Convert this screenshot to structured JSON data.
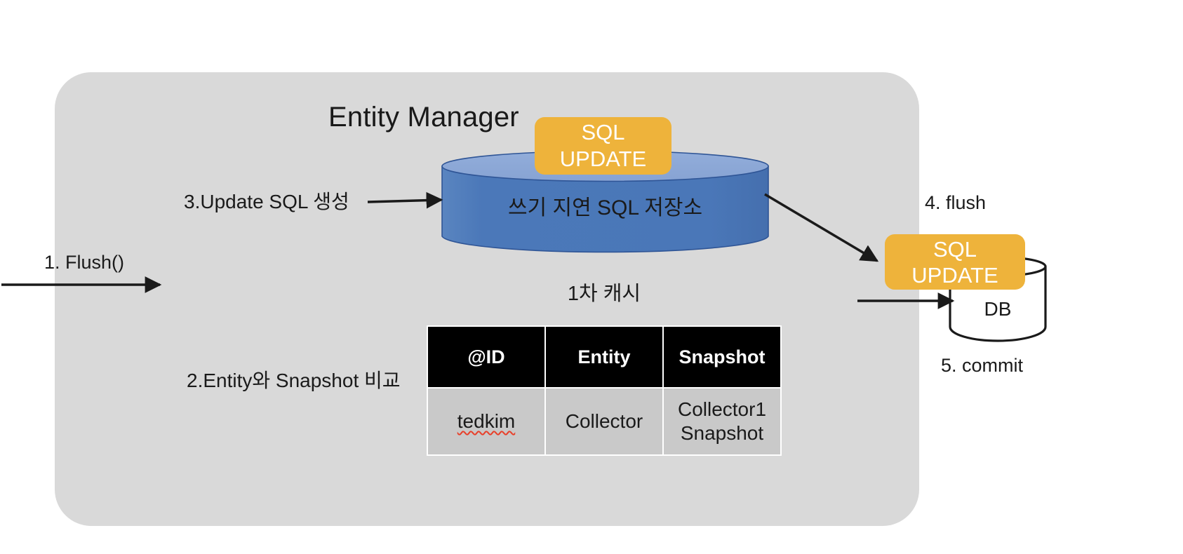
{
  "diagram": {
    "title": "Entity Manager",
    "panel_color": "#d9d9d9",
    "accent_yellow": "#eeb33b",
    "accent_blue": "#4a7ebb",
    "accent_blue_top": "#8faad5"
  },
  "write_behind_store": {
    "label": "쓰기 지연 SQL 저장소",
    "chip_line1": "SQL",
    "chip_line2": "UPDATE"
  },
  "first_level_cache": {
    "label": "1차 캐시",
    "columns": [
      "@ID",
      "Entity",
      "Snapshot"
    ],
    "rows": [
      {
        "id": "tedkim",
        "entity": "Collector",
        "snapshot_line1": "Collector1",
        "snapshot_line2": "Snapshot"
      }
    ]
  },
  "steps": {
    "step1": "1. Flush()",
    "step2": "2.Entity와 Snapshot 비교",
    "step3": "3.Update SQL 생성",
    "step4": "4. flush",
    "step5": "5. commit"
  },
  "database": {
    "chip_line1": "SQL",
    "chip_line2": "UPDATE",
    "label": "DB"
  }
}
